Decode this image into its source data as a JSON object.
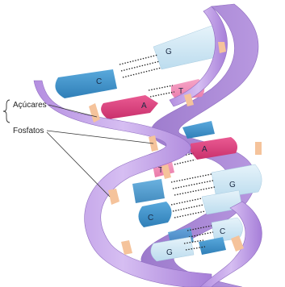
{
  "labels": {
    "sugars": "Açúcares",
    "phosphates": "Fosfatos"
  },
  "base_pairs": [
    {
      "left": "C",
      "right": "G"
    },
    {
      "left": "A",
      "right": "T"
    },
    {
      "left": "T",
      "right": "A"
    },
    {
      "left": "",
      "right": "G"
    },
    {
      "left": "C",
      "right": ""
    },
    {
      "left": "",
      "right": "C"
    },
    {
      "left": "G",
      "right": ""
    }
  ],
  "colors": {
    "backbone": "#c5a3e6",
    "backbone_dark": "#9b79cc",
    "phosphate_band": "#f5c39b",
    "cytosine": "#3a90c7",
    "guanine": "#cfe6f3",
    "adenine": "#e0407e",
    "thymine": "#f08ab6"
  }
}
